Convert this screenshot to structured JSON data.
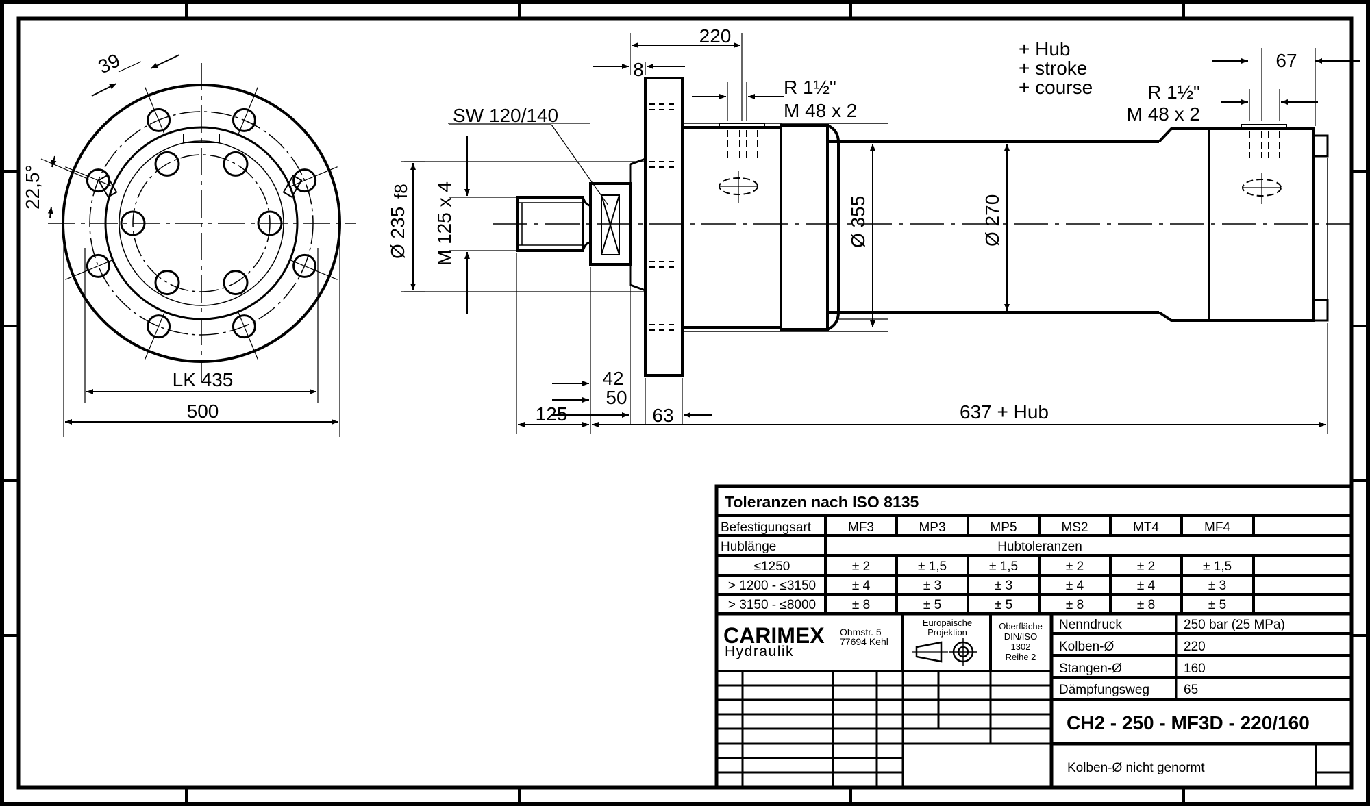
{
  "dimensions": {
    "flange_view": {
      "hole_width": "39",
      "angle": "22,5°",
      "bolt_circle": "LK 435",
      "outer_diameter": "500"
    },
    "side_view": {
      "spigot_diameter": "Ø 235",
      "spigot_tolerance": "f8",
      "thread": "M 125 x 4",
      "wrench_size": "SW 120/140",
      "flange_offset": "220",
      "flange_step": "8",
      "port_left_line1": "R 1½\"",
      "port_left_line2": "M 48 x 2",
      "stroke_note_1": "+ Hub",
      "stroke_note_2": "+ stroke",
      "stroke_note_3": "+ course",
      "port_right_line1": "R 1½\"",
      "port_right_line2": "M 48 x 2",
      "port_right_offset": "67",
      "tube_diameter": "Ø 355",
      "body_diameter": "Ø 270",
      "dim_42": "42",
      "dim_50": "50",
      "dim_125": "125",
      "dim_63": "63",
      "overall_length": "637 + Hub"
    }
  },
  "tolerance_table": {
    "title": "Toleranzen nach ISO 8135",
    "header_label": "Befestigungsart",
    "columns": [
      "MF3",
      "MP3",
      "MP5",
      "MS2",
      "MT4",
      "MF4",
      ""
    ],
    "hub_label": "Hublänge",
    "hub_header": "Hubtoleranzen",
    "rows": [
      {
        "range": "≤1250",
        "values": [
          "± 2",
          "± 1,5",
          "± 1,5",
          "± 2",
          "± 2",
          "± 1,5",
          ""
        ]
      },
      {
        "range": "> 1200 - ≤3150",
        "values": [
          "± 4",
          "± 3",
          "± 3",
          "± 4",
          "± 4",
          "± 3",
          ""
        ]
      },
      {
        "range": "> 3150 - ≤8000",
        "values": [
          "± 8",
          "± 5",
          "± 5",
          "± 8",
          "± 8",
          "± 5",
          ""
        ]
      }
    ]
  },
  "title_block": {
    "company": "CARIMEX",
    "division": "Hydraulik",
    "address_line1": "Ohmstr. 5",
    "address_line2": "77694 Kehl",
    "projection_line1": "Europäische",
    "projection_line2": "Projektion",
    "surface_line1": "Oberfläche",
    "surface_line2": "DIN/ISO",
    "surface_line3": "1302",
    "surface_line4": "Reihe 2",
    "specs": [
      {
        "label": "Nenndruck",
        "value": "250 bar (25 MPa)"
      },
      {
        "label": "Kolben-Ø",
        "value": "220"
      },
      {
        "label": "Stangen-Ø",
        "value": "160"
      },
      {
        "label": "Dämpfungsweg",
        "value": "65"
      }
    ],
    "part_number": "CH2 - 250 - MF3D - 220/160",
    "remark": "Kolben-Ø nicht genormt"
  }
}
